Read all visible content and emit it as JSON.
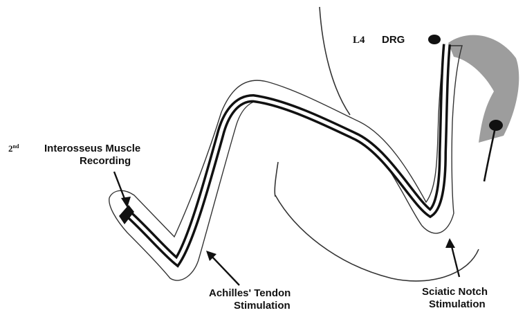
{
  "labels": {
    "l4": "L4",
    "drg": "DRG",
    "ordinal_base": "2",
    "ordinal_suffix": "nd",
    "recording_line1": "Interosseus Muscle",
    "recording_line2": "Recording",
    "achilles_line1": "Achilles' Tendon",
    "achilles_line2": "Stimulation",
    "sciatic_line1": "Sciatic Notch",
    "sciatic_line2": "Stimulation"
  },
  "colors": {
    "ink": "#111111",
    "outline": "#333333",
    "shade": "#8c8c8c"
  }
}
